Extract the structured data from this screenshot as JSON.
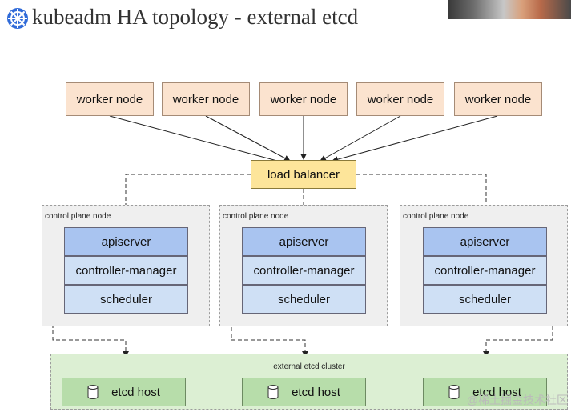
{
  "title": "kubeadm HA topology - external etcd",
  "worker_nodes": [
    "worker node",
    "worker node",
    "worker node",
    "worker node",
    "worker node"
  ],
  "load_balancer": "load balancer",
  "control_plane_nodes": [
    {
      "label": "control plane node",
      "components": [
        "apiserver",
        "controller-manager",
        "scheduler"
      ]
    },
    {
      "label": "control plane node",
      "components": [
        "apiserver",
        "controller-manager",
        "scheduler"
      ]
    },
    {
      "label": "control plane node",
      "components": [
        "apiserver",
        "controller-manager",
        "scheduler"
      ]
    }
  ],
  "etcd_cluster": {
    "label": "external etcd cluster",
    "hosts": [
      "etcd host",
      "etcd host",
      "etcd host"
    ]
  },
  "watermark": "@稀土掘金技术社区",
  "icons": {
    "logo": "kubernetes-helm-wheel-icon",
    "etcd": "database-cylinder-icon"
  },
  "colors": {
    "worker_fill": "#fbe3cf",
    "load_balancer_fill": "#fde59a",
    "apiserver_fill": "#a9c4f0",
    "component_fill": "#cfe0f5",
    "etcd_cluster_fill": "#dcefd3",
    "etcd_host_fill": "#b7ddaa"
  }
}
